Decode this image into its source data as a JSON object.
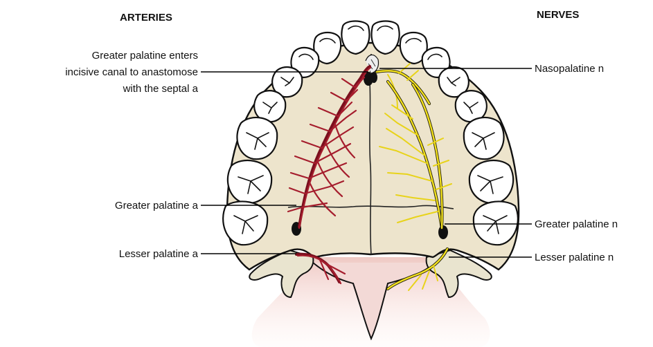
{
  "headers": {
    "left": "ARTERIES",
    "right": "NERVES"
  },
  "labels": {
    "greater_palatine_incisive": [
      "Greater palatine enters",
      "incisive canal to anastomose",
      "with the septal a"
    ],
    "greater_palatine_a": "Greater palatine a",
    "lesser_palatine_a": "Lesser palatine a",
    "nasopalatine_n": "Nasopalatine n",
    "greater_palatine_n": "Greater palatine n",
    "lesser_palatine_n": "Lesser palatine n"
  },
  "colors": {
    "artery": "#8b1a26",
    "nerve": "#f4e21e",
    "palate": "#ede4cc",
    "soft_palate": "#f3d9d6",
    "bone": "#e9e4cf",
    "tooth": "#ffffff"
  }
}
